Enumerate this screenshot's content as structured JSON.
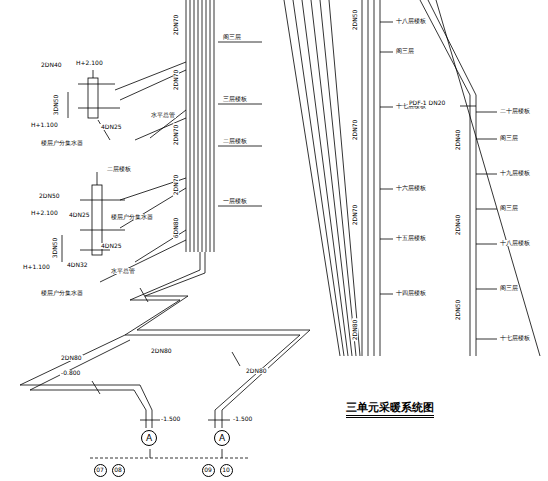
{
  "diagram": {
    "title": "三单元采暖系统图",
    "nodes": [
      {
        "text": [
          "A"
        ]
      },
      {
        "text": [
          "A"
        ]
      },
      {
        "text": [
          "07"
        ]
      },
      {
        "text": [
          "08"
        ]
      },
      {
        "text": [
          "09"
        ]
      },
      {
        "text": [
          "10"
        ]
      }
    ],
    "labels": [
      "2DN70",
      "2DN70",
      "2DN70",
      "2DN70",
      "6DN80",
      "阁三层",
      "三层楼板",
      "二层楼板",
      "一层楼板",
      "水平总管",
      "2DN40",
      "H+2.100",
      "3DN50",
      "H+1.100",
      "4DN25",
      "楼层户分集水器",
      "二层楼板",
      "2DN50",
      "H+2.100",
      "4DN25",
      "楼层户分集水器",
      "3DN50",
      "4DN25",
      "H+1.100",
      "4DN32",
      "水平总管",
      "楼层户分集水器",
      "2DN80",
      "2DN80",
      "2DN80",
      "-0.800",
      "-1.500",
      "-1.500",
      "2DN50",
      "十八层楼板",
      "阁三层",
      "十七层楼板",
      "2DN70",
      "十六层楼板",
      "2DN70",
      "十五层楼板",
      "十四层楼板",
      "2DN80",
      "PDF-1 DN20",
      "二十层楼板",
      "阁三层",
      "2DN40",
      "十九层楼板",
      "2DN40",
      "阁三层",
      "十八层楼板",
      "2DN50",
      "阁三层",
      "十七层楼板"
    ]
  }
}
